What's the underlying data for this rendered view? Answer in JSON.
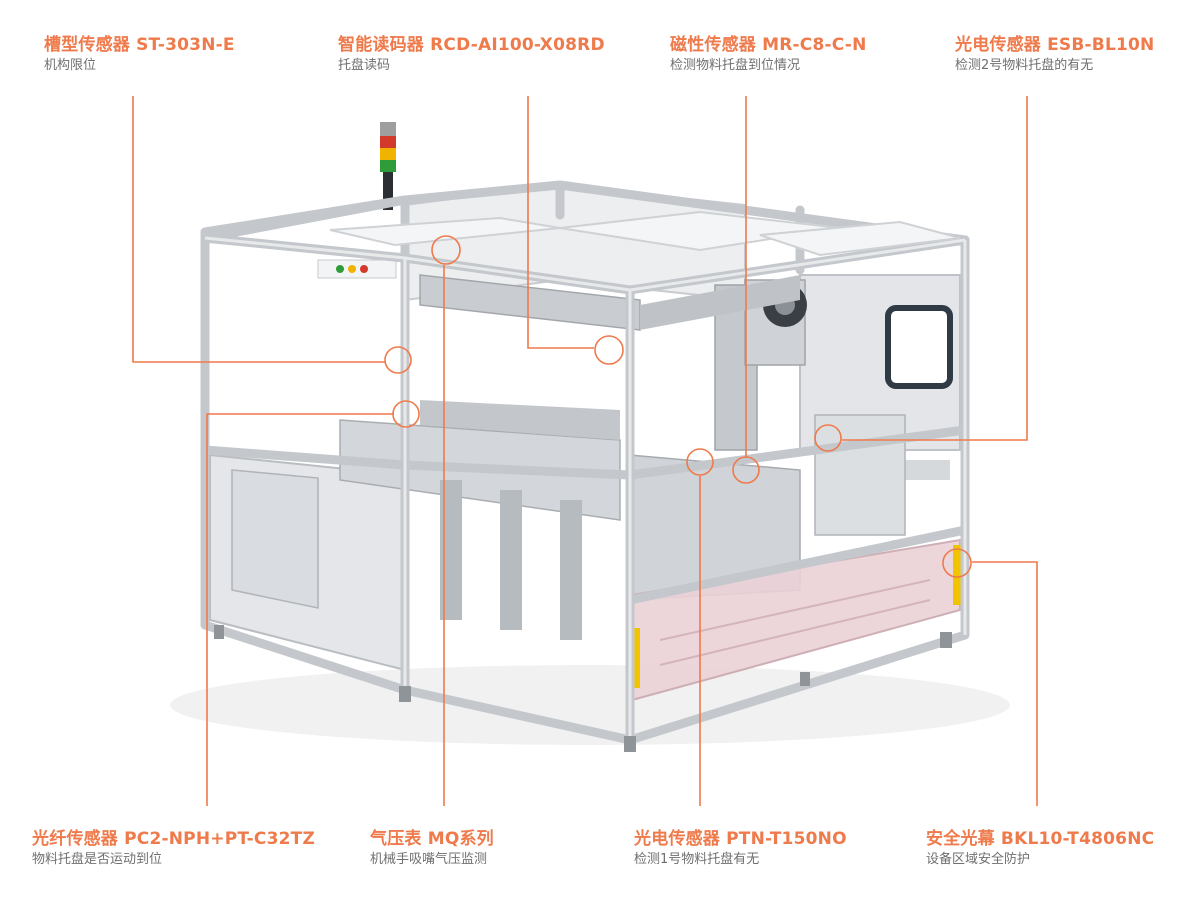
{
  "callouts": [
    {
      "title": "槽型传感器 ST-303N-E",
      "desc": "机构限位"
    },
    {
      "title": "智能读码器 RCD-AI100-X08RD",
      "desc": "托盘读码"
    },
    {
      "title": "磁性传感器 MR-C8-C-N",
      "desc": "检测物料托盘到位情况"
    },
    {
      "title": "光电传感器 ESB-BL10N",
      "desc": "检测2号物料托盘的有无"
    },
    {
      "title": "光纤传感器 PC2-NPH+PT-C32TZ",
      "desc": "物料托盘是否运动到位"
    },
    {
      "title": "气压表 MQ系列",
      "desc": "机械手吸嘴气压监测"
    },
    {
      "title": "光电传感器 PTN-T150NO",
      "desc": "检测1号物料托盘有无"
    },
    {
      "title": "安全光幕 BKL10-T4806NC",
      "desc": "设备区域安全防护"
    }
  ],
  "colors": {
    "accent": "#ef7a4b",
    "frame": "#c9ccd0",
    "panel": "#e9ebed",
    "guard": "#e8c6cc",
    "caution": "#f2c400"
  }
}
